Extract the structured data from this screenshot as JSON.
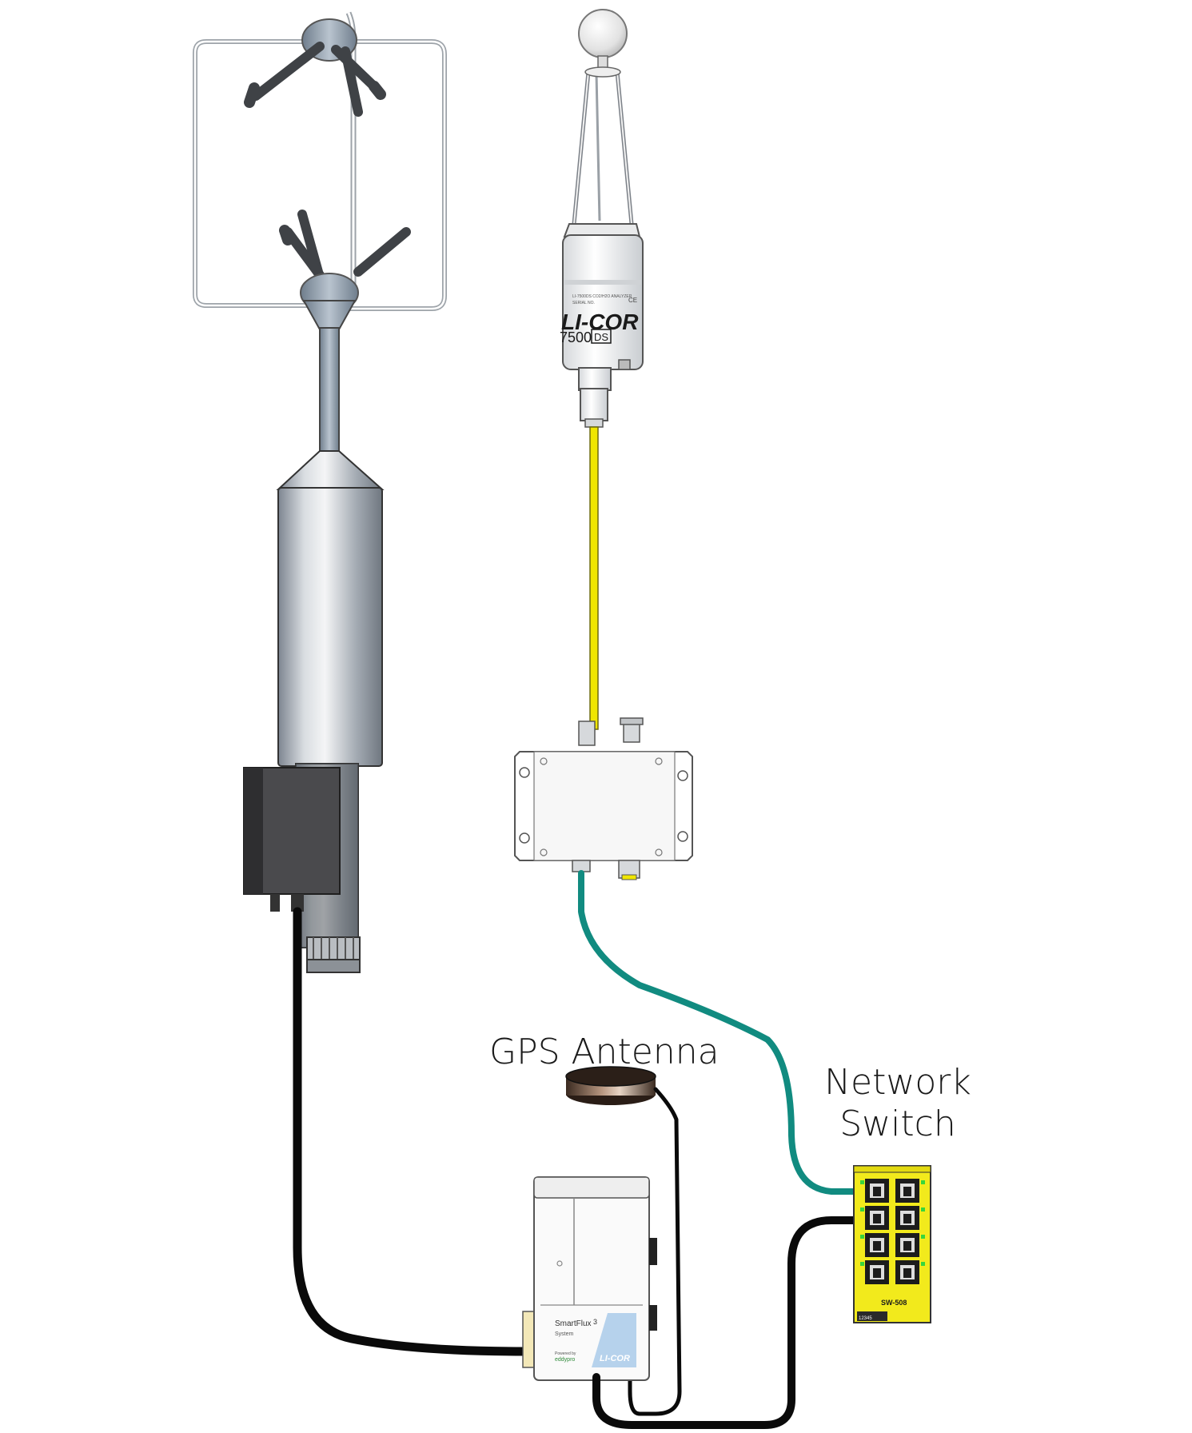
{
  "labels": {
    "gps_antenna": "GPS Antenna",
    "network_switch_line1": "Network",
    "network_switch_line2": "Switch"
  },
  "device_text": {
    "analyzer_brand": "LI-COR",
    "analyzer_model": "7500",
    "analyzer_model_suffix": "DS",
    "smartflux_name": "SmartFlux",
    "smartflux_version": "3",
    "smartflux_subtitle": "System",
    "smartflux_powered": "Powered by",
    "smartflux_eddypro": "eddypro",
    "smartflux_brand": "LI-COR",
    "switch_model": "SW-508",
    "switch_ports_numbers": "12345"
  },
  "colors": {
    "gas_cable": "#f0e600",
    "ethernet_cable_teal": "#118b80",
    "black_cable": "#0a0a0a",
    "switch_body": "#f2ea1c",
    "metal_gray": "#a9b1ba"
  }
}
